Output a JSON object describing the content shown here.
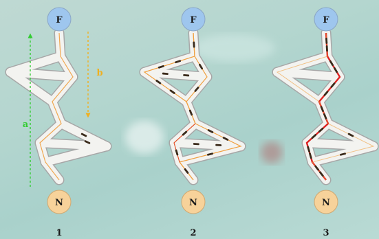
{
  "panels": [
    {
      "number": "1",
      "top_node": "F",
      "bottom_node": "N",
      "arrows": [
        {
          "label": "a",
          "color": "#33cc33"
        },
        {
          "label": "b",
          "color": "#f0b020"
        }
      ]
    },
    {
      "number": "2",
      "top_node": "F",
      "bottom_node": "N",
      "arrows": []
    },
    {
      "number": "3",
      "top_node": "F",
      "bottom_node": "N",
      "arrows": []
    }
  ],
  "colors": {
    "food_node": "#9ec6ee",
    "nest_node": "#f7d29a",
    "path_fill": "#f3f3f0",
    "path_edge": "#a7a7a7",
    "trail_orange": "#f0a040",
    "trail_red": "#dd2222",
    "ant": "#3a2a1a"
  }
}
